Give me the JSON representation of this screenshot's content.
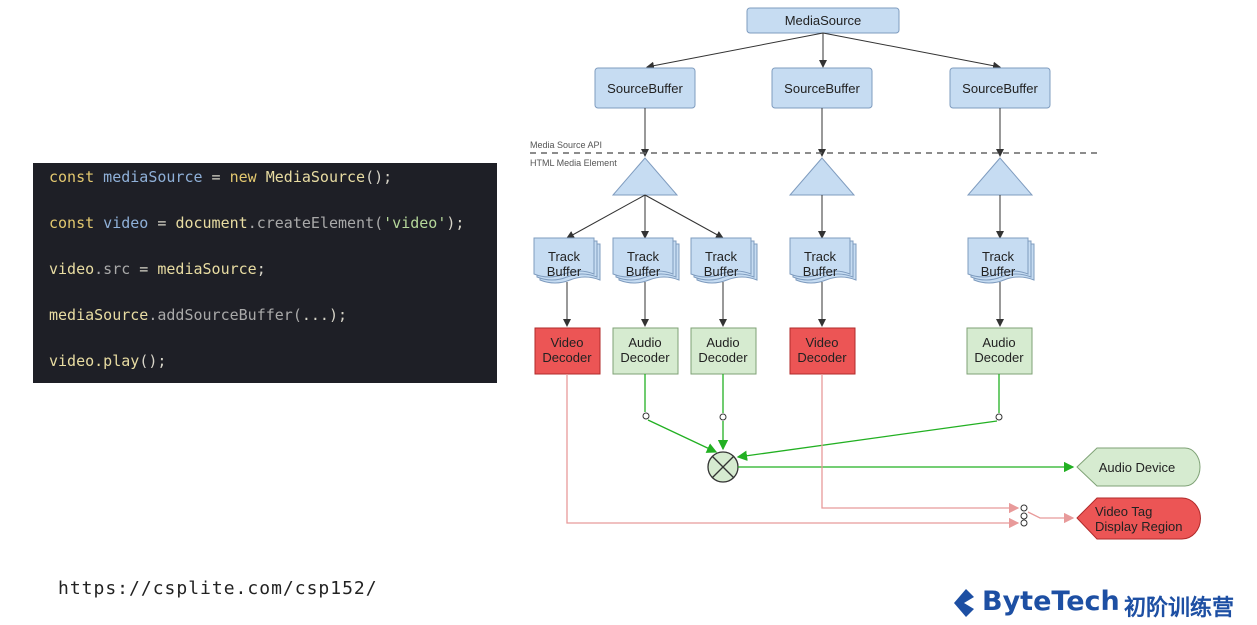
{
  "code": {
    "lines": [
      {
        "t1": "const",
        "t2": " mediaSource",
        "t3": " = ",
        "t4": "new",
        "t5": " MediaSource",
        "t6": "();"
      },
      {
        "t1": "const",
        "t2": " video",
        "t3": " = ",
        "t4": "document",
        "t5": ".createElement(",
        "t6": "'video'",
        "t7": ");"
      },
      {
        "t1": "video",
        "t2": ".src",
        "t3": " = ",
        "t4": "mediaSource",
        "t5": ";"
      },
      {
        "t1": "mediaSource",
        "t2": ".addSourceBuffer(",
        "t3": "...",
        "t4": ");"
      },
      {
        "t1": "video",
        "t2": ".play",
        "t3": "();"
      }
    ]
  },
  "url": "https://csplite.com/csp152/",
  "brand": {
    "name": "ByteTech",
    "sub": "初阶训练营",
    "color": "#1d4fa3"
  },
  "diagram": {
    "media_source": "MediaSource",
    "source_buffer": "SourceBuffer",
    "api_label": "Media Source API",
    "element_label": "HTML Media Element",
    "track_buffer_1": "Track",
    "track_buffer_2": "Buffer",
    "video_decoder_1": "Video",
    "video_decoder_2": "Decoder",
    "audio_decoder_1": "Audio",
    "audio_decoder_2": "Decoder",
    "audio_device": "Audio Device",
    "video_tag_1": "Video Tag",
    "video_tag_2": "Display Region",
    "colors": {
      "blue_fill": "#c6dcf2",
      "blue_stroke": "#7f9cbf",
      "red_fill": "#ec5555",
      "red_stroke": "#b02a2a",
      "green_fill": "#d6ebd0",
      "green_stroke": "#7fa276",
      "green_line": "#22b022",
      "red_line": "#e89a9a"
    }
  }
}
